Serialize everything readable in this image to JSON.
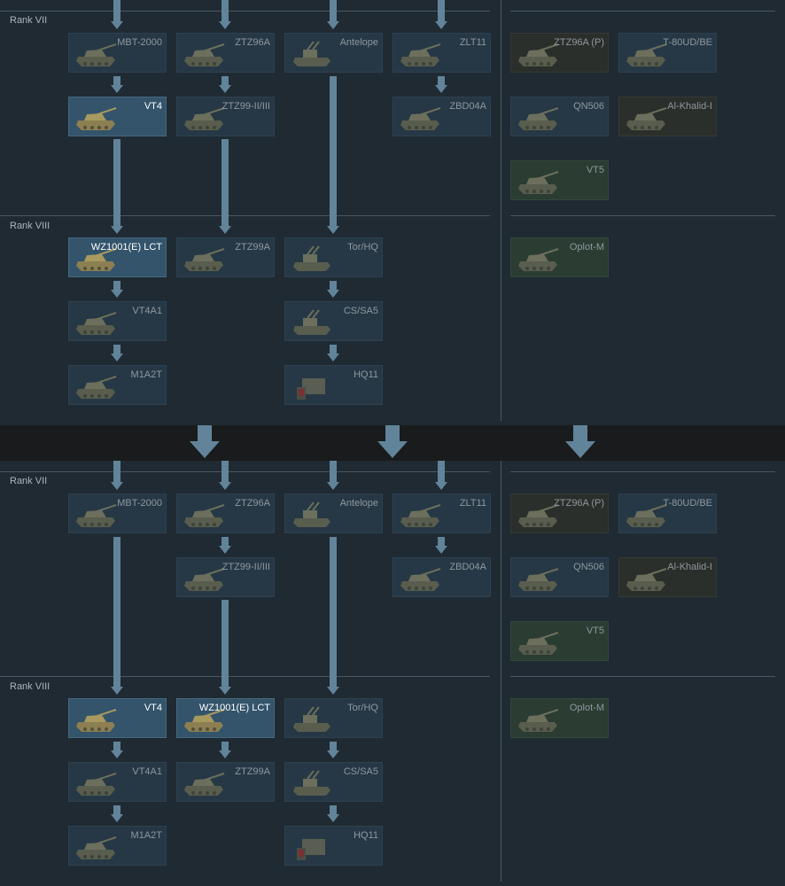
{
  "ranks": {
    "rank7": "Rank VII",
    "rank8": "Rank VIII"
  },
  "top": {
    "cards": [
      {
        "name": "MBT-2000",
        "kind": "normal",
        "icon": "tank-icon"
      },
      {
        "name": "ZTZ96A",
        "kind": "normal",
        "icon": "tank-icon"
      },
      {
        "name": "Antelope",
        "kind": "normal",
        "icon": "spaa-icon"
      },
      {
        "name": "ZLT11",
        "kind": "normal",
        "icon": "wheeled-tank-icon"
      },
      {
        "name": "ZTZ96A (P)",
        "kind": "premium",
        "icon": "tank-icon"
      },
      {
        "name": "T-80UD/BE",
        "kind": "normal",
        "icon": "tank-icon"
      },
      {
        "name": "VT4",
        "kind": "selected",
        "icon": "tank-icon"
      },
      {
        "name": "ZTZ99-II/III",
        "kind": "normal",
        "icon": "tank-group-icon"
      },
      {
        "name": "ZBD04A",
        "kind": "normal",
        "icon": "ifv-icon"
      },
      {
        "name": "QN506",
        "kind": "normal",
        "icon": "tank-icon"
      },
      {
        "name": "Al-Khalid-I",
        "kind": "premium",
        "icon": "tank-icon"
      },
      {
        "name": "VT5",
        "kind": "squadron",
        "icon": "light-tank-icon"
      },
      {
        "name": "WZ1001(E) LCT",
        "kind": "selected",
        "icon": "tank-icon"
      },
      {
        "name": "ZTZ99A",
        "kind": "normal",
        "icon": "tank-icon"
      },
      {
        "name": "Tor/HQ",
        "kind": "normal",
        "icon": "spaa-group-icon"
      },
      {
        "name": "Oplot-M",
        "kind": "squadron",
        "icon": "tank-icon"
      },
      {
        "name": "VT4A1",
        "kind": "normal",
        "icon": "tank-icon"
      },
      {
        "name": "CS/SA5",
        "kind": "normal",
        "icon": "spaa-icon"
      },
      {
        "name": "M1A2T",
        "kind": "normal",
        "icon": "tank-icon"
      },
      {
        "name": "HQ11",
        "kind": "normal",
        "icon": "sam-icon"
      }
    ]
  },
  "bottom": {
    "cards": [
      {
        "name": "MBT-2000",
        "kind": "normal",
        "icon": "tank-icon"
      },
      {
        "name": "ZTZ96A",
        "kind": "normal",
        "icon": "tank-icon"
      },
      {
        "name": "Antelope",
        "kind": "normal",
        "icon": "spaa-icon"
      },
      {
        "name": "ZLT11",
        "kind": "normal",
        "icon": "wheeled-tank-icon"
      },
      {
        "name": "ZTZ96A (P)",
        "kind": "premium",
        "icon": "tank-icon"
      },
      {
        "name": "T-80UD/BE",
        "kind": "normal",
        "icon": "tank-icon"
      },
      {
        "name": "ZTZ99-II/III",
        "kind": "normal",
        "icon": "tank-group-icon"
      },
      {
        "name": "ZBD04A",
        "kind": "normal",
        "icon": "ifv-icon"
      },
      {
        "name": "QN506",
        "kind": "normal",
        "icon": "tank-icon"
      },
      {
        "name": "Al-Khalid-I",
        "kind": "premium",
        "icon": "tank-icon"
      },
      {
        "name": "VT5",
        "kind": "squadron",
        "icon": "light-tank-icon"
      },
      {
        "name": "VT4",
        "kind": "selected",
        "icon": "tank-icon"
      },
      {
        "name": "WZ1001(E) LCT",
        "kind": "selected",
        "icon": "tank-icon"
      },
      {
        "name": "Tor/HQ",
        "kind": "normal",
        "icon": "spaa-group-icon"
      },
      {
        "name": "Oplot-M",
        "kind": "squadron",
        "icon": "tank-icon"
      },
      {
        "name": "VT4A1",
        "kind": "normal",
        "icon": "tank-icon"
      },
      {
        "name": "ZTZ99A",
        "kind": "normal",
        "icon": "tank-icon"
      },
      {
        "name": "CS/SA5",
        "kind": "normal",
        "icon": "spaa-icon"
      },
      {
        "name": "M1A2T",
        "kind": "normal",
        "icon": "tank-icon"
      },
      {
        "name": "HQ11",
        "kind": "normal",
        "icon": "sam-icon"
      }
    ]
  },
  "colors": {
    "background": "#1f2a33",
    "card": "#263845",
    "card_selected": "#33546b",
    "card_premium": "#2b2f2b",
    "card_squadron": "#2b3c32",
    "arrow": "#61849a",
    "divider_band": "#1a1b1c"
  }
}
